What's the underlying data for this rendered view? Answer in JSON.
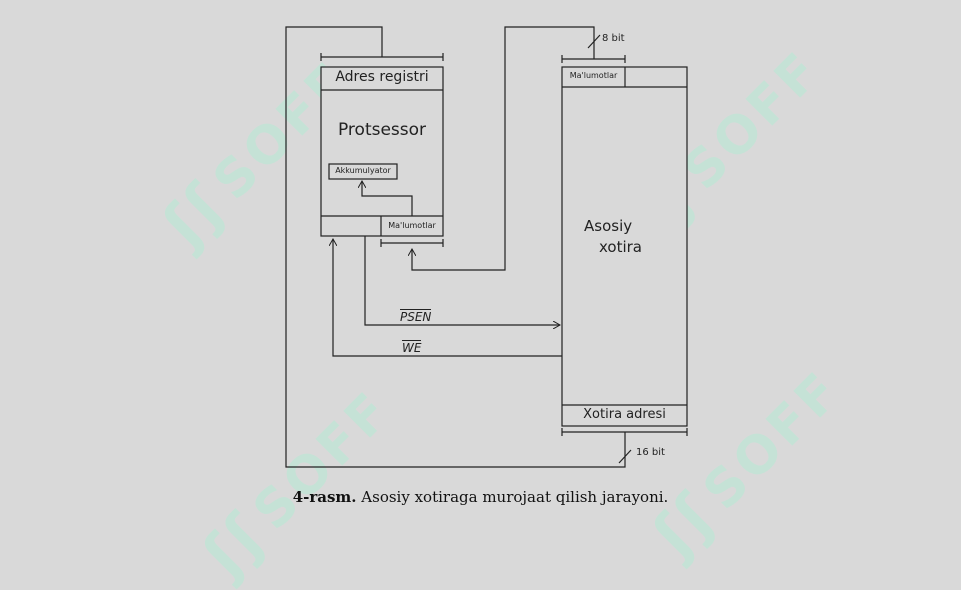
{
  "diagram": {
    "processor": {
      "address_register_label": "Adres registri",
      "title": "Protsessor",
      "accumulator_label": "Akkumulyator",
      "data_label": "Ma'lumotlar"
    },
    "memory": {
      "data_label": "Ma'lumotlar",
      "title_line1": "Asosiy",
      "title_line2": "xotira",
      "address_label": "Xotira adresi"
    },
    "signals": {
      "psen": "PSEN",
      "we": "WE"
    },
    "bus_widths": {
      "data_bus": "8 bit",
      "address_bus": "16 bit"
    }
  },
  "caption": {
    "number": "4-rasm.",
    "text": " Asosiy xotiraga murojaat qilish jarayoni."
  },
  "watermark": {
    "text": "SOFF",
    "color": "#bfe6d6"
  }
}
